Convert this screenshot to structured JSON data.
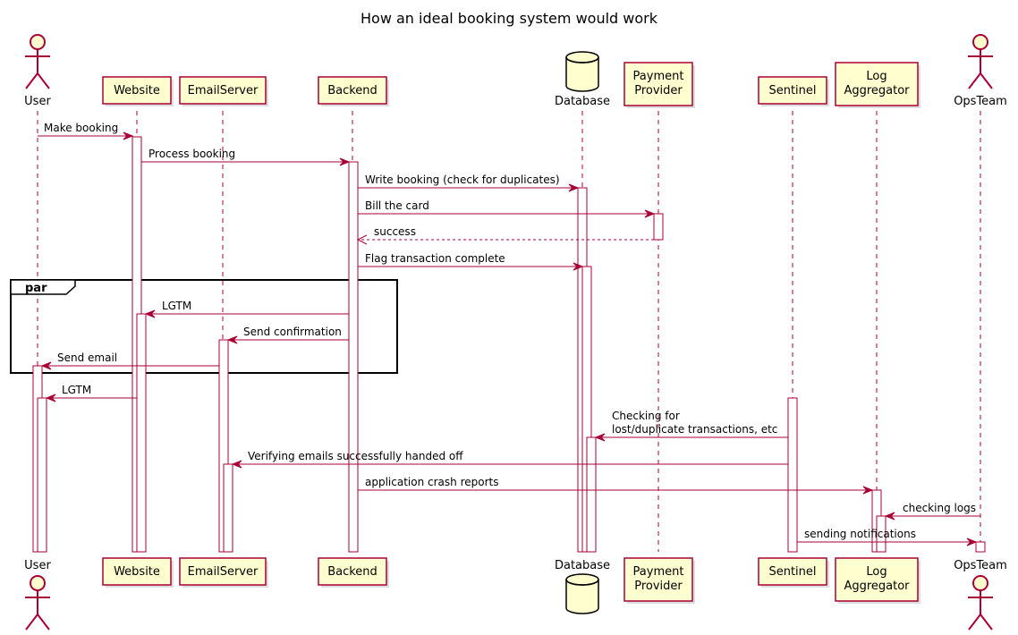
{
  "title": "How an ideal booking system would work",
  "colors": {
    "arrow": "#a80036",
    "participant_fill": "#fefece",
    "participant_border": "#a80036",
    "activation_fill": "#ffffff",
    "frame": "#000000",
    "text": "#000000"
  },
  "participants": [
    {
      "id": "User",
      "label": [
        "User"
      ],
      "kind": "actor",
      "icon": "actor-icon"
    },
    {
      "id": "Website",
      "label": [
        "Website"
      ],
      "kind": "participant"
    },
    {
      "id": "EmailServer",
      "label": [
        "EmailServer"
      ],
      "kind": "participant"
    },
    {
      "id": "Backend",
      "label": [
        "Backend"
      ],
      "kind": "participant"
    },
    {
      "id": "Database",
      "label": [
        "Database"
      ],
      "kind": "database",
      "icon": "database-icon"
    },
    {
      "id": "PaymentProvider",
      "label": [
        "Payment",
        "Provider"
      ],
      "kind": "participant"
    },
    {
      "id": "Sentinel",
      "label": [
        "Sentinel"
      ],
      "kind": "participant"
    },
    {
      "id": "LogAggregator",
      "label": [
        "Log",
        "Aggregator"
      ],
      "kind": "participant"
    },
    {
      "id": "OpsTeam",
      "label": [
        "OpsTeam"
      ],
      "kind": "actor",
      "icon": "actor-icon"
    }
  ],
  "messages": [
    {
      "from": "User",
      "to": "Website",
      "label": [
        "Make booking"
      ]
    },
    {
      "from": "Website",
      "to": "Backend",
      "label": [
        "Process booking"
      ]
    },
    {
      "from": "Backend",
      "to": "Database",
      "label": [
        "Write booking (check for duplicates)"
      ]
    },
    {
      "from": "Backend",
      "to": "PaymentProvider",
      "label": [
        "Bill the card"
      ]
    },
    {
      "from": "PaymentProvider",
      "to": "Backend",
      "label": [
        "success"
      ],
      "dashed": true
    },
    {
      "from": "Backend",
      "to": "Database",
      "label": [
        "Flag transaction complete"
      ]
    },
    {
      "from": "Backend",
      "to": "Website",
      "label": [
        "LGTM"
      ]
    },
    {
      "from": "Backend",
      "to": "EmailServer",
      "label": [
        "Send confirmation"
      ]
    },
    {
      "from": "EmailServer",
      "to": "User",
      "label": [
        "Send email"
      ]
    },
    {
      "from": "Website",
      "to": "User",
      "label": [
        "LGTM"
      ]
    },
    {
      "from": "Sentinel",
      "to": "Database",
      "label": [
        "Checking for",
        "lost/duplicate transactions, etc"
      ]
    },
    {
      "from": "Sentinel",
      "to": "EmailServer",
      "label": [
        "Verifying emails successfully handed off"
      ]
    },
    {
      "from": "Backend",
      "to": "LogAggregator",
      "label": [
        "application crash reports"
      ]
    },
    {
      "from": "OpsTeam",
      "to": "LogAggregator",
      "label": [
        "checking logs"
      ]
    },
    {
      "from": "Sentinel",
      "to": "OpsTeam",
      "label": [
        "sending notifications"
      ]
    }
  ],
  "fragment": {
    "label": "par"
  }
}
